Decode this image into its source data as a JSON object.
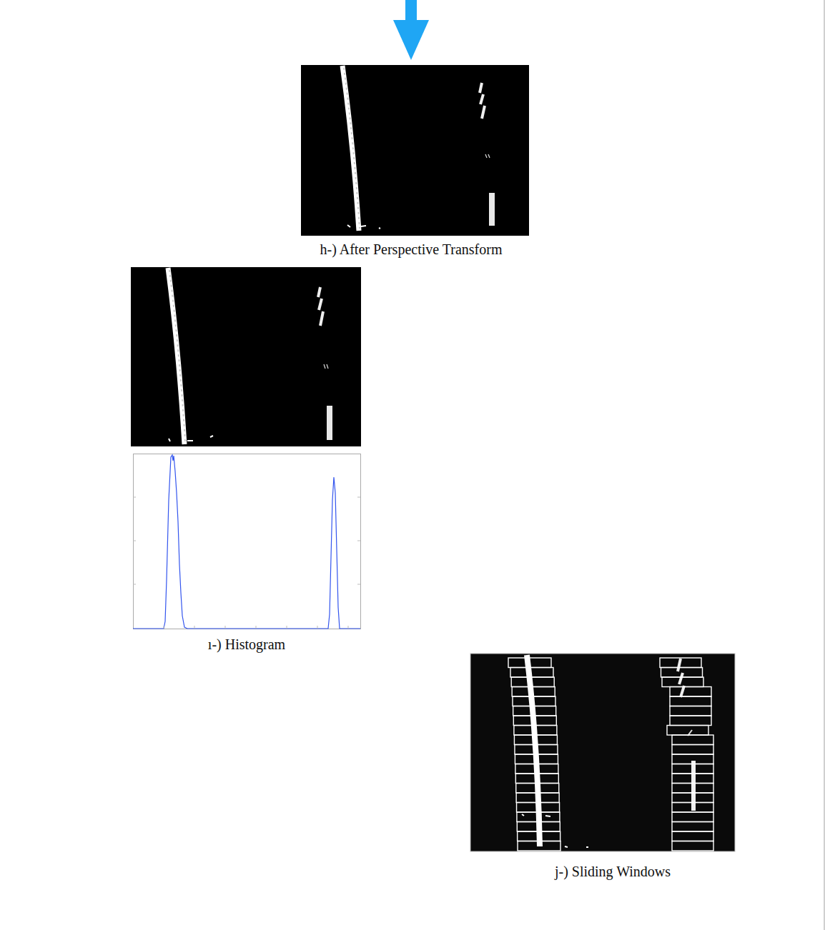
{
  "diagram": {
    "labels": [
      "h-) After Perspective Transform",
      "ı-) Histogram",
      "j-) Sliding Windows"
    ]
  }
}
